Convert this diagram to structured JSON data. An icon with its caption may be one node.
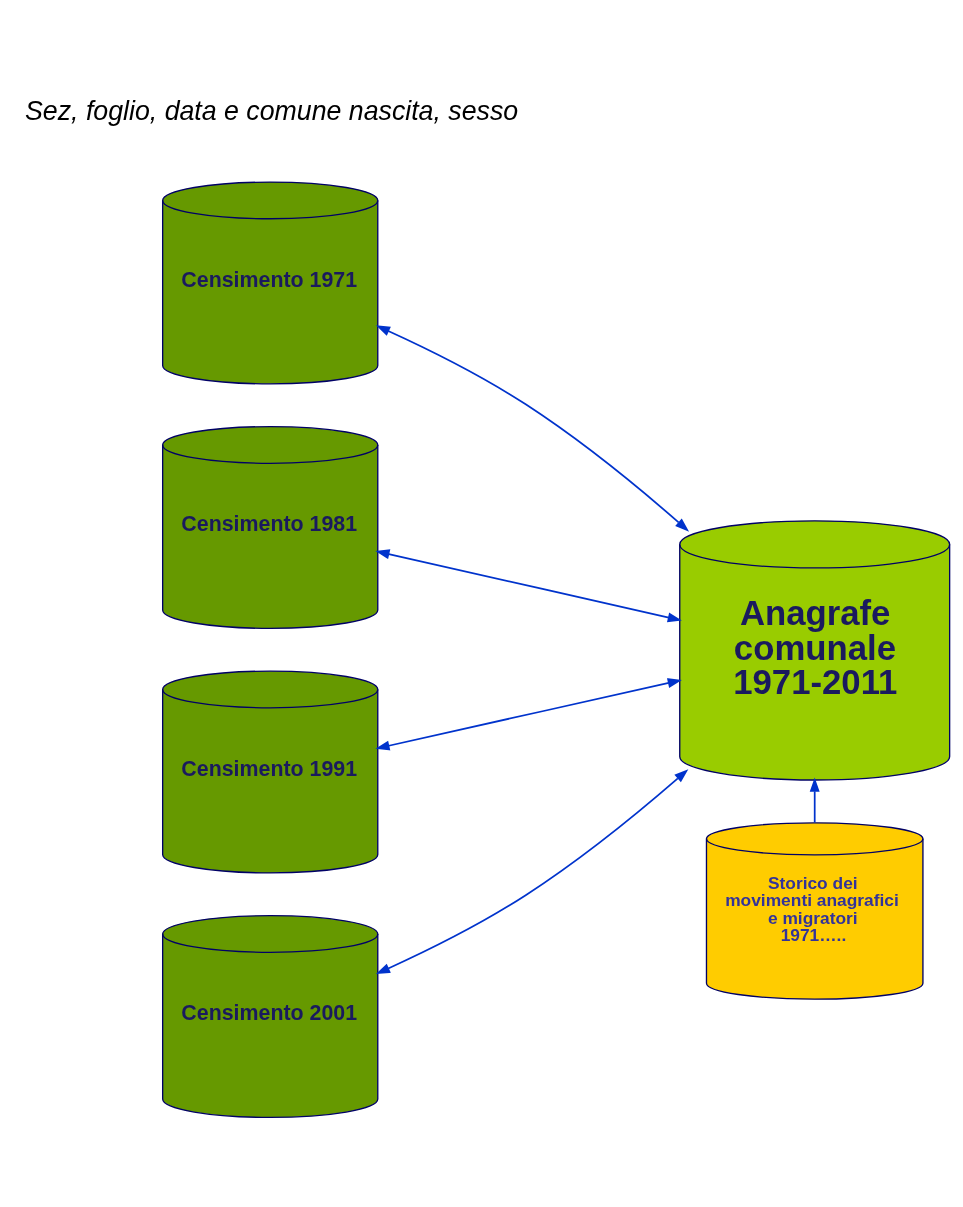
{
  "diagram": {
    "nodes": [
      {
        "text": [
          "Censimento 1971"
        ]
      },
      {
        "text": [
          "Censimento 1981"
        ]
      },
      {
        "text": [
          "Censimento 1991"
        ]
      },
      {
        "text": [
          "Censimento 2001"
        ]
      },
      {
        "text": [
          "Anagrafe comunale 1971-2011"
        ]
      },
      {
        "text": [
          "Storico dei movimenti anagrafici e migratori 1971….."
        ]
      }
    ],
    "edges": [
      {
        "from": 0,
        "to": 4,
        "arrow": "both"
      },
      {
        "from": 1,
        "to": 4,
        "arrow": "both"
      },
      {
        "from": 2,
        "to": 4,
        "arrow": "both"
      },
      {
        "from": 3,
        "to": 4,
        "arrow": "both"
      },
      {
        "from": 5,
        "to": 4,
        "arrow": "to"
      }
    ],
    "labels": [
      "Sez, foglio, data e comune nascita, sesso"
    ]
  }
}
